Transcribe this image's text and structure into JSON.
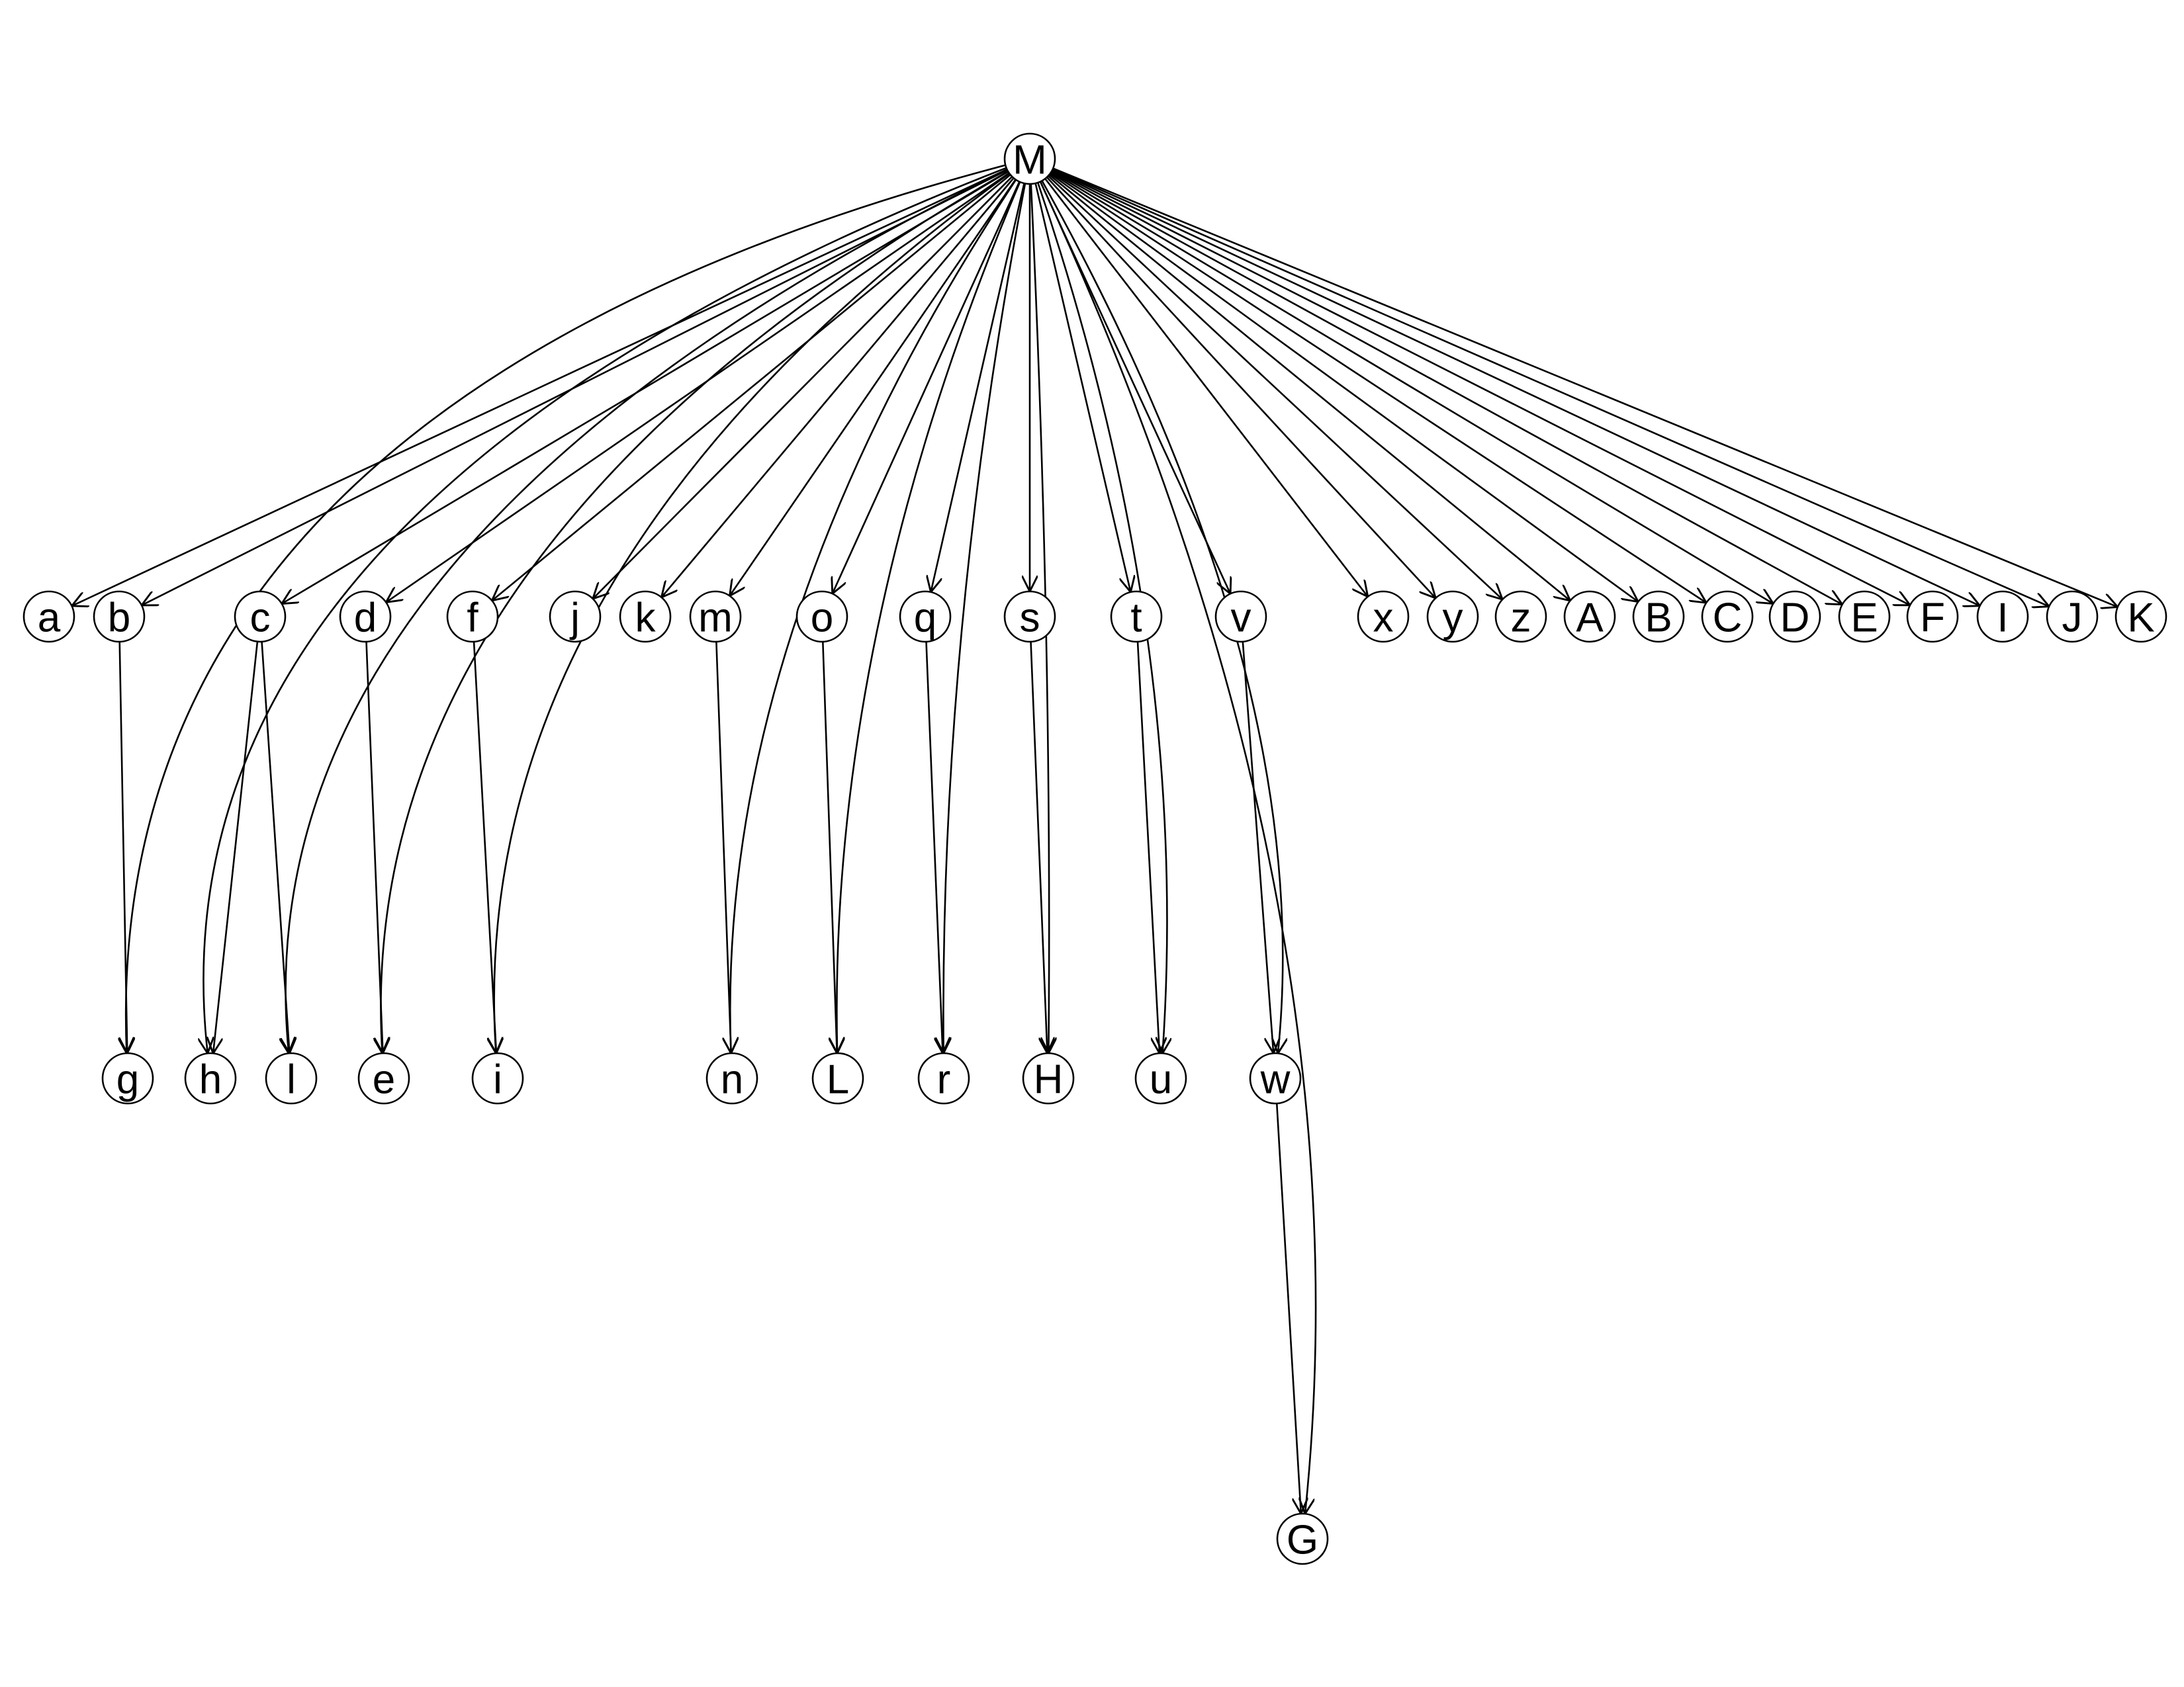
{
  "graph": {
    "type": "directed-tree",
    "root": "M",
    "nodes": [
      "M",
      "a",
      "b",
      "c",
      "d",
      "f",
      "j",
      "k",
      "m",
      "o",
      "q",
      "s",
      "t",
      "v",
      "x",
      "y",
      "z",
      "A",
      "B",
      "C",
      "D",
      "E",
      "F",
      "I",
      "J",
      "K",
      "g",
      "h",
      "l",
      "e",
      "i",
      "n",
      "L",
      "r",
      "H",
      "u",
      "w",
      "G"
    ],
    "edges": [
      [
        "M",
        "a"
      ],
      [
        "M",
        "b"
      ],
      [
        "M",
        "c"
      ],
      [
        "M",
        "d"
      ],
      [
        "M",
        "f"
      ],
      [
        "M",
        "j"
      ],
      [
        "M",
        "k"
      ],
      [
        "M",
        "m"
      ],
      [
        "M",
        "o"
      ],
      [
        "M",
        "q"
      ],
      [
        "M",
        "s"
      ],
      [
        "M",
        "t"
      ],
      [
        "M",
        "v"
      ],
      [
        "M",
        "x"
      ],
      [
        "M",
        "y"
      ],
      [
        "M",
        "z"
      ],
      [
        "M",
        "A"
      ],
      [
        "M",
        "B"
      ],
      [
        "M",
        "C"
      ],
      [
        "M",
        "D"
      ],
      [
        "M",
        "E"
      ],
      [
        "M",
        "F"
      ],
      [
        "M",
        "I"
      ],
      [
        "M",
        "J"
      ],
      [
        "M",
        "K"
      ],
      [
        "M",
        "g"
      ],
      [
        "M",
        "h"
      ],
      [
        "M",
        "l"
      ],
      [
        "M",
        "e"
      ],
      [
        "M",
        "i"
      ],
      [
        "M",
        "n"
      ],
      [
        "M",
        "L"
      ],
      [
        "M",
        "r"
      ],
      [
        "M",
        "H"
      ],
      [
        "M",
        "u"
      ],
      [
        "M",
        "w"
      ],
      [
        "M",
        "G"
      ],
      [
        "b",
        "g"
      ],
      [
        "c",
        "h"
      ],
      [
        "c",
        "l"
      ],
      [
        "d",
        "e"
      ],
      [
        "f",
        "i"
      ],
      [
        "m",
        "n"
      ],
      [
        "o",
        "L"
      ],
      [
        "q",
        "r"
      ],
      [
        "s",
        "H"
      ],
      [
        "t",
        "u"
      ],
      [
        "v",
        "w"
      ],
      [
        "w",
        "G"
      ]
    ]
  }
}
